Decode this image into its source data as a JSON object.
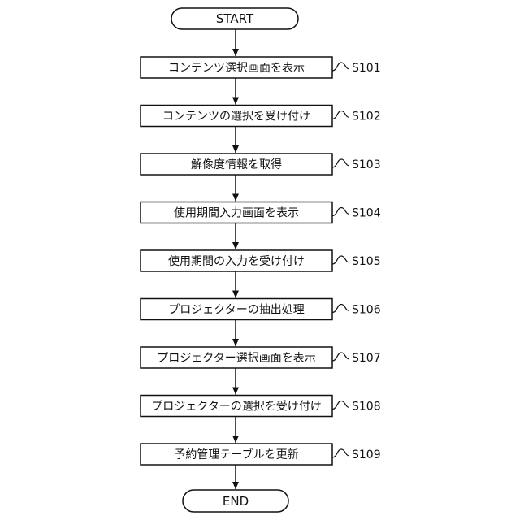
{
  "terminals": {
    "start": "START",
    "end": "END"
  },
  "steps": [
    {
      "text": "コンテンツ選択画面を表示",
      "label": "S101"
    },
    {
      "text": "コンテンツの選択を受け付け",
      "label": "S102"
    },
    {
      "text": "解像度情報を取得",
      "label": "S103"
    },
    {
      "text": "使用期間入力画面を表示",
      "label": "S104"
    },
    {
      "text": "使用期間の入力を受け付け",
      "label": "S105"
    },
    {
      "text": "プロジェクターの抽出処理",
      "label": "S106"
    },
    {
      "text": "プロジェクター選択画面を表示",
      "label": "S107"
    },
    {
      "text": "プロジェクターの選択を受け付け",
      "label": "S108"
    },
    {
      "text": "予約管理テーブルを更新",
      "label": "S109"
    }
  ],
  "colors": {
    "stroke": "#111111",
    "fill": "#ffffff"
  }
}
